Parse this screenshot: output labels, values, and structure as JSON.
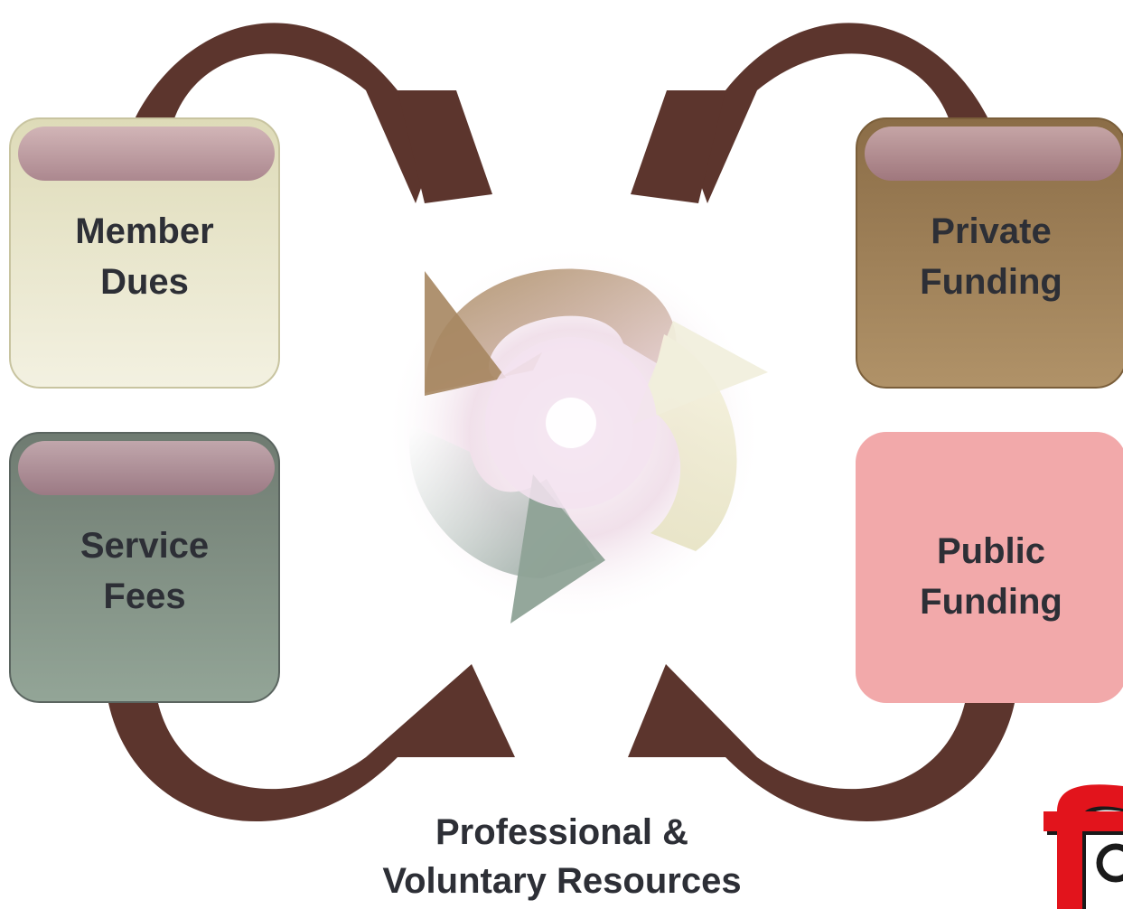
{
  "boxes": {
    "member_dues": {
      "line1": "Member",
      "line2": "Dues"
    },
    "service_fees": {
      "line1": "Service",
      "line2": "Fees"
    },
    "private_funding": {
      "line1": "Private",
      "line2": "Funding"
    },
    "public_funding": {
      "line1": "Public",
      "line2": "Funding"
    }
  },
  "bottom_label": {
    "line1": "Professional &",
    "line2": "Voluntary Resources"
  },
  "colors": {
    "arrow": "#5c352d",
    "text": "#2d2f36",
    "member_dues_fill": "#eeecd6",
    "service_fees_fill": "#7f8f82",
    "private_funding_fill": "#9c7f57",
    "public_funding_fill": "#f2a9aa",
    "logo_red": "#e2141c"
  },
  "icons": {
    "center": "cycle-icon",
    "logo": "logo-icon"
  }
}
